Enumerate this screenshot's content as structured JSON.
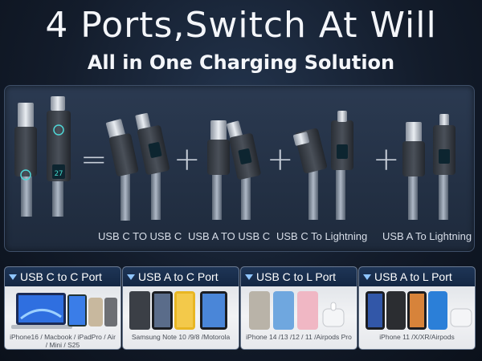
{
  "headline": "4 Ports,Switch At Will",
  "subheadline": "All in One Charging Solution",
  "symbols": {
    "equals": "=",
    "plus": "+"
  },
  "captions": [
    "USB C TO USB C",
    "USB A TO USB C",
    "USB C To Lightning",
    "USB A To Lightning"
  ],
  "cards": [
    {
      "title": "USB C to C Port",
      "devices": "iPhone16 / Macbook / iPadPro / Air / Mini / S25"
    },
    {
      "title": "USB A to C Port",
      "devices": "Samsung Note 10 /9/8 /Motorola"
    },
    {
      "title": "USB C to L Port",
      "devices": "iPhone 14 /13 /12 / 11 /Airpods Pro"
    },
    {
      "title": "USB A to L Port",
      "devices": "iPhone 11 /X/XR/Airpods"
    }
  ],
  "colors": {
    "accent": "#5fb3ff",
    "card_header": "#1e3556",
    "background": "#131c2b"
  }
}
